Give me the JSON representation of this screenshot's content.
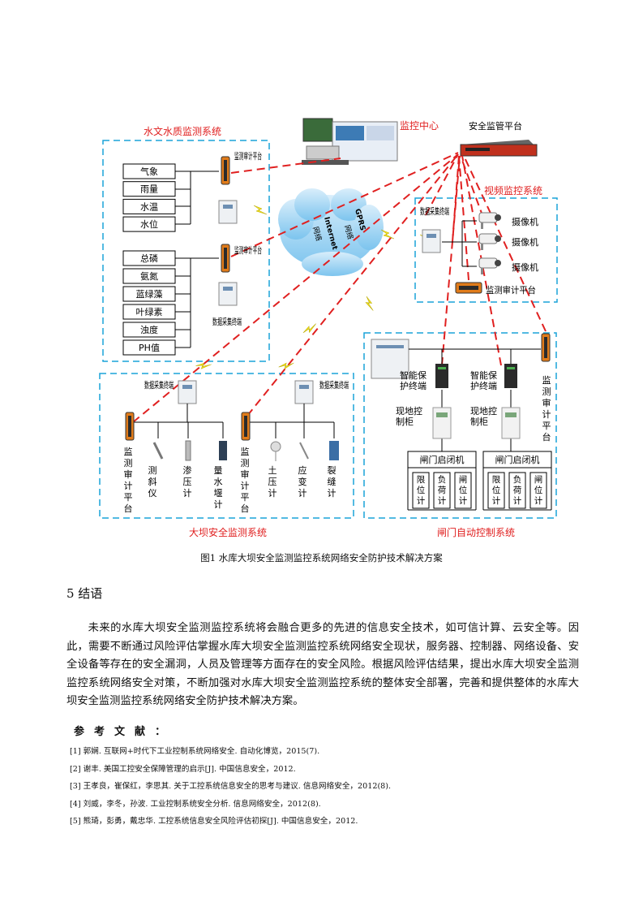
{
  "figure": {
    "systems": {
      "hydrology": "水文水质监测系统",
      "monitoring_center": "监控中心",
      "security_platform": "安全监管平台",
      "video": "视频监控系统",
      "dam_safety": "大坝安全监测系统",
      "gate_control": "闸门自动控制系统"
    },
    "cloud": {
      "internet": "Internet",
      "gprs": "GPRS",
      "network": "网络"
    },
    "audit_platform": "监测审计平台",
    "collector": "数据采集终端",
    "smart_protect": "智能保护终端",
    "control_cabinet": "现地控制柜",
    "gate_hoist": "闸门启闭机",
    "gate_sensors": [
      "限位计",
      "负荷计",
      "闸位计"
    ],
    "camera": "摄像机",
    "hydro_sensors_a": [
      "气象",
      "雨量",
      "水温",
      "水位"
    ],
    "hydro_sensors_b": [
      "总磷",
      "氨氮",
      "蓝绿藻",
      "叶绿素",
      "浊度",
      "PH值"
    ],
    "dam_sensors_a": [
      "测斜仪",
      "渗压计",
      "量水堰计"
    ],
    "dam_sensors_b": [
      "土压计",
      "应变计",
      "裂缝计"
    ],
    "caption": "图1 水库大坝安全监测监控系统网络安全防护技术解决方案",
    "colors": {
      "accent": "#e02020",
      "dashed_box": "#1aa3d9",
      "device": "#e07b1a"
    }
  },
  "section": {
    "heading": "5 结语"
  },
  "paragraph": "未来的水库大坝安全监测监控系统将会融合更多的先进的信息安全技术，如可信计算、云安全等。因此，需要不断通过风险评估掌握水库大坝安全监测监控系统网络安全现状，服务器、控制器、网络设备、安全设备等存在的安全漏洞，人员及管理等方面存在的安全风险。根据风险评估结果，提出水库大坝安全监测监控系统网络安全对策，不断加强对水库大坝安全监测监控系统的整体安全部署，完善和提供整体的水库大坝安全监测监控系统网络安全防护技术解决方案。",
  "references": {
    "title": "参考文献：",
    "items": [
      "[1] 郭娴. 互联网+时代下工业控制系统网络安全. 自动化博览，2015(7).",
      "[2] 谢丰. 美国工控安全保障管理的启示[J]. 中国信息安全，2012.",
      "[3] 王孝良，崔保红，李思其. 关于工控系统信息安全的思考与建议. 信息网络安全，2012(8).",
      "[4] 刘威，李冬，孙波. 工业控制系统安全分析. 信息网络安全，2012(8).",
      "[5] 熊琦，彭勇，戴忠华. 工控系统信息安全风险评估初探[J]. 中国信息安全，2012."
    ]
  }
}
